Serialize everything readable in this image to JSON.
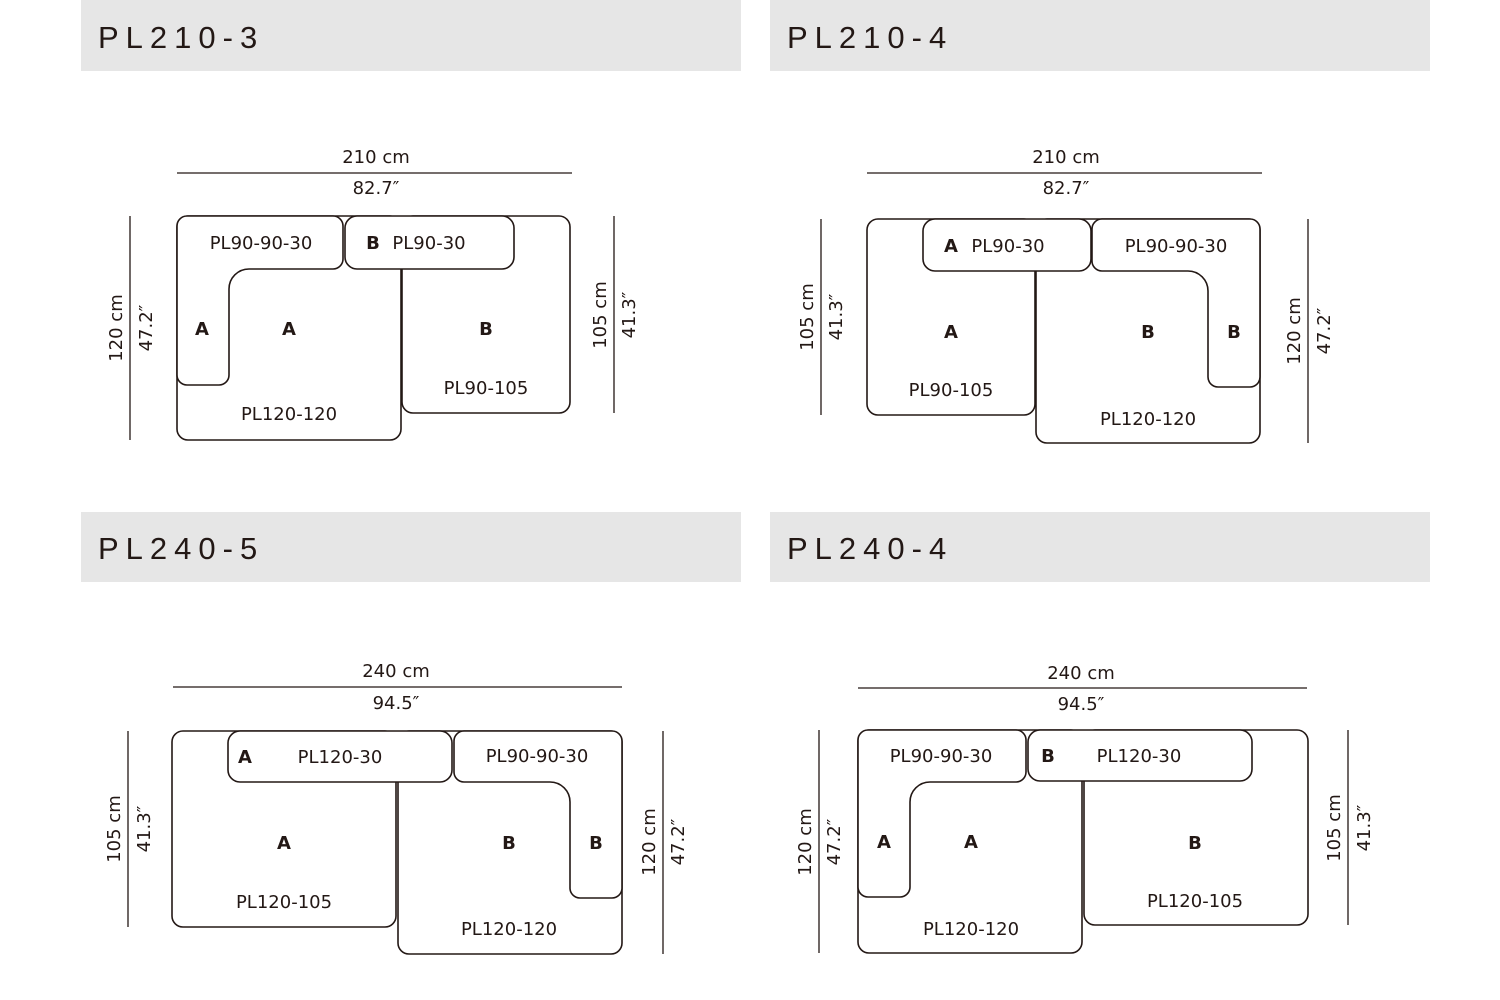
{
  "panels": [
    {
      "title": "PL210-3",
      "width_cm": "210 cm",
      "width_in": "82.7″",
      "left_cm": "120 cm",
      "left_in": "47.2″",
      "right_cm": "105 cm",
      "right_in": "41.3″",
      "labels": [
        "PL90-90-30",
        "B",
        "PL90-30",
        "A",
        "A",
        "B",
        "PL90-105",
        "PL120-120"
      ]
    },
    {
      "title": "PL210-4",
      "width_cm": "210 cm",
      "width_in": "82.7″",
      "left_cm": "105 cm",
      "left_in": "41.3″",
      "right_cm": "120 cm",
      "right_in": "47.2″",
      "labels": [
        "A",
        "PL90-30",
        "PL90-90-30",
        "A",
        "B",
        "B",
        "PL90-105",
        "PL120-120"
      ]
    },
    {
      "title": "PL240-5",
      "width_cm": "240 cm",
      "width_in": "94.5″",
      "left_cm": "105 cm",
      "left_in": "41.3″",
      "right_cm": "120 cm",
      "right_in": "47.2″",
      "labels": [
        "A",
        "PL120-30",
        "PL90-90-30",
        "A",
        "B",
        "B",
        "PL120-105",
        "PL120-120"
      ]
    },
    {
      "title": "PL240-4",
      "width_cm": "240 cm",
      "width_in": "94.5″",
      "left_cm": "120 cm",
      "left_in": "47.2″",
      "right_cm": "105 cm",
      "right_in": "41.3″",
      "labels": [
        "PL90-90-30",
        "B",
        "PL120-30",
        "A",
        "A",
        "B",
        "PL120-105",
        "PL120-120"
      ]
    }
  ]
}
